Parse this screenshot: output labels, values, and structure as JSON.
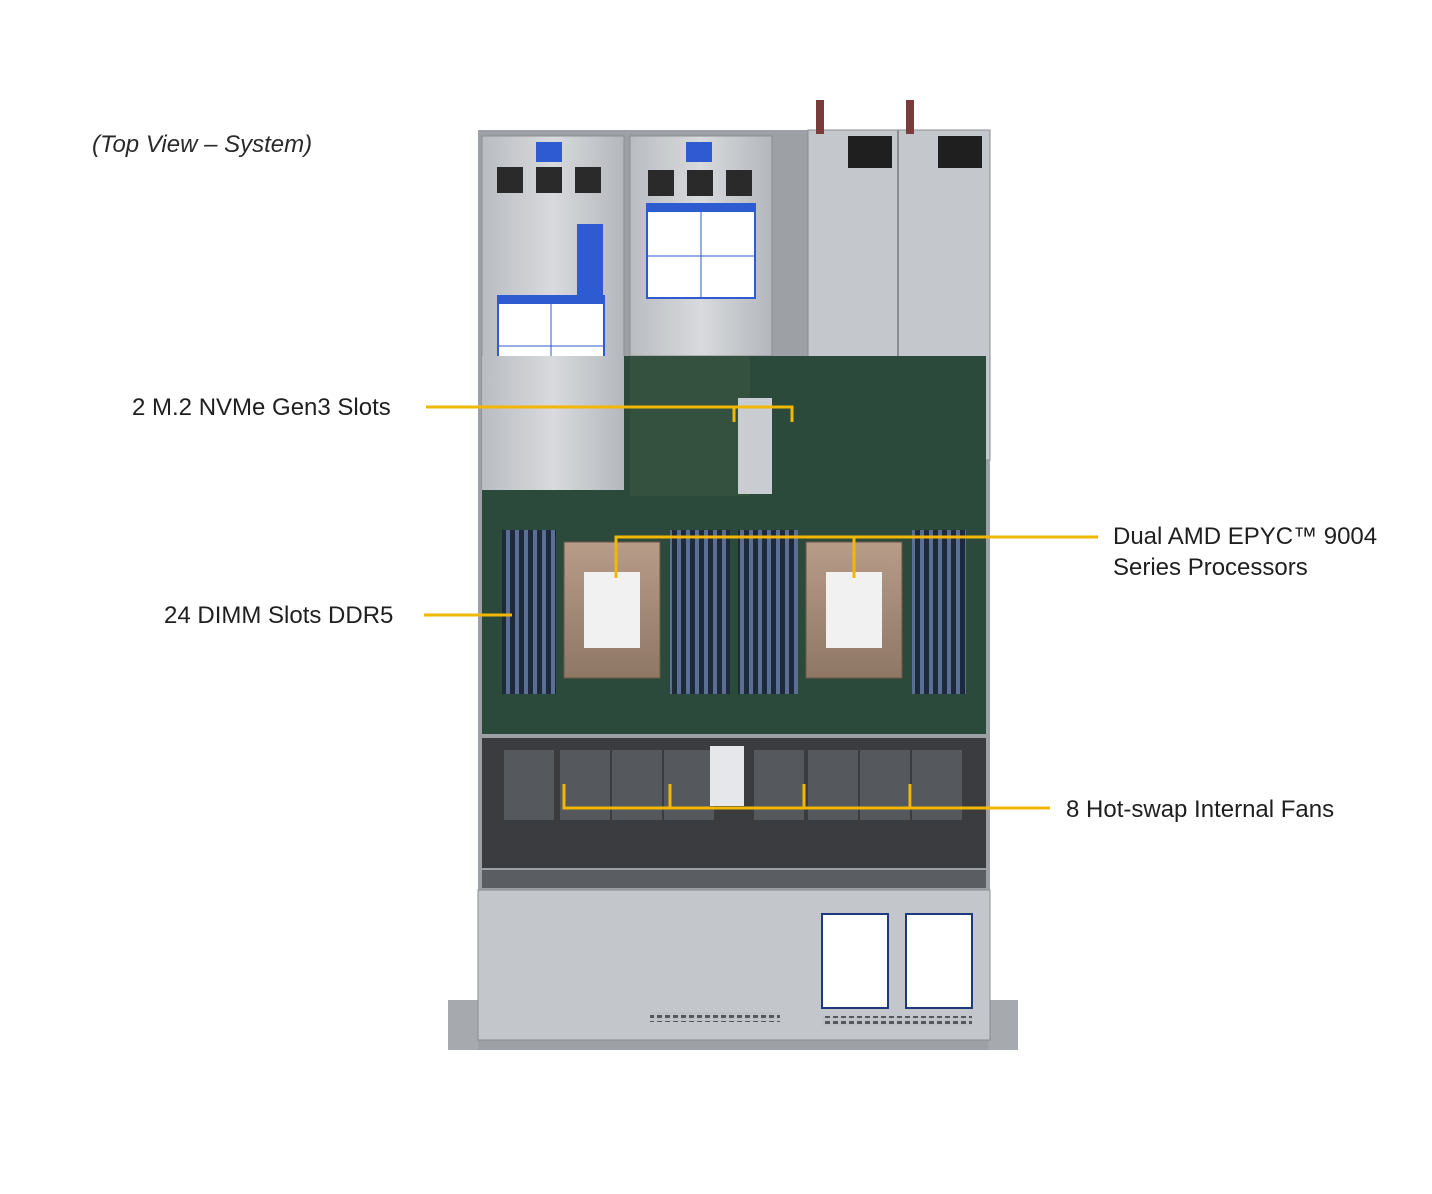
{
  "caption": "(Top View – System)",
  "callouts": {
    "nvme": "2 M.2 NVMe Gen3 Slots",
    "dimm": "24 DIMM Slots DDR5",
    "cpu_line1": "Dual AMD EPYC™ 9004",
    "cpu_line2": "Series Processors",
    "fans": "8 Hot-swap Internal  Fans"
  },
  "colors": {
    "leader": "#f2b705",
    "chassis": "#c9ccd0",
    "board": "#2c4a3c",
    "riser_label": "#2f5bd0"
  }
}
